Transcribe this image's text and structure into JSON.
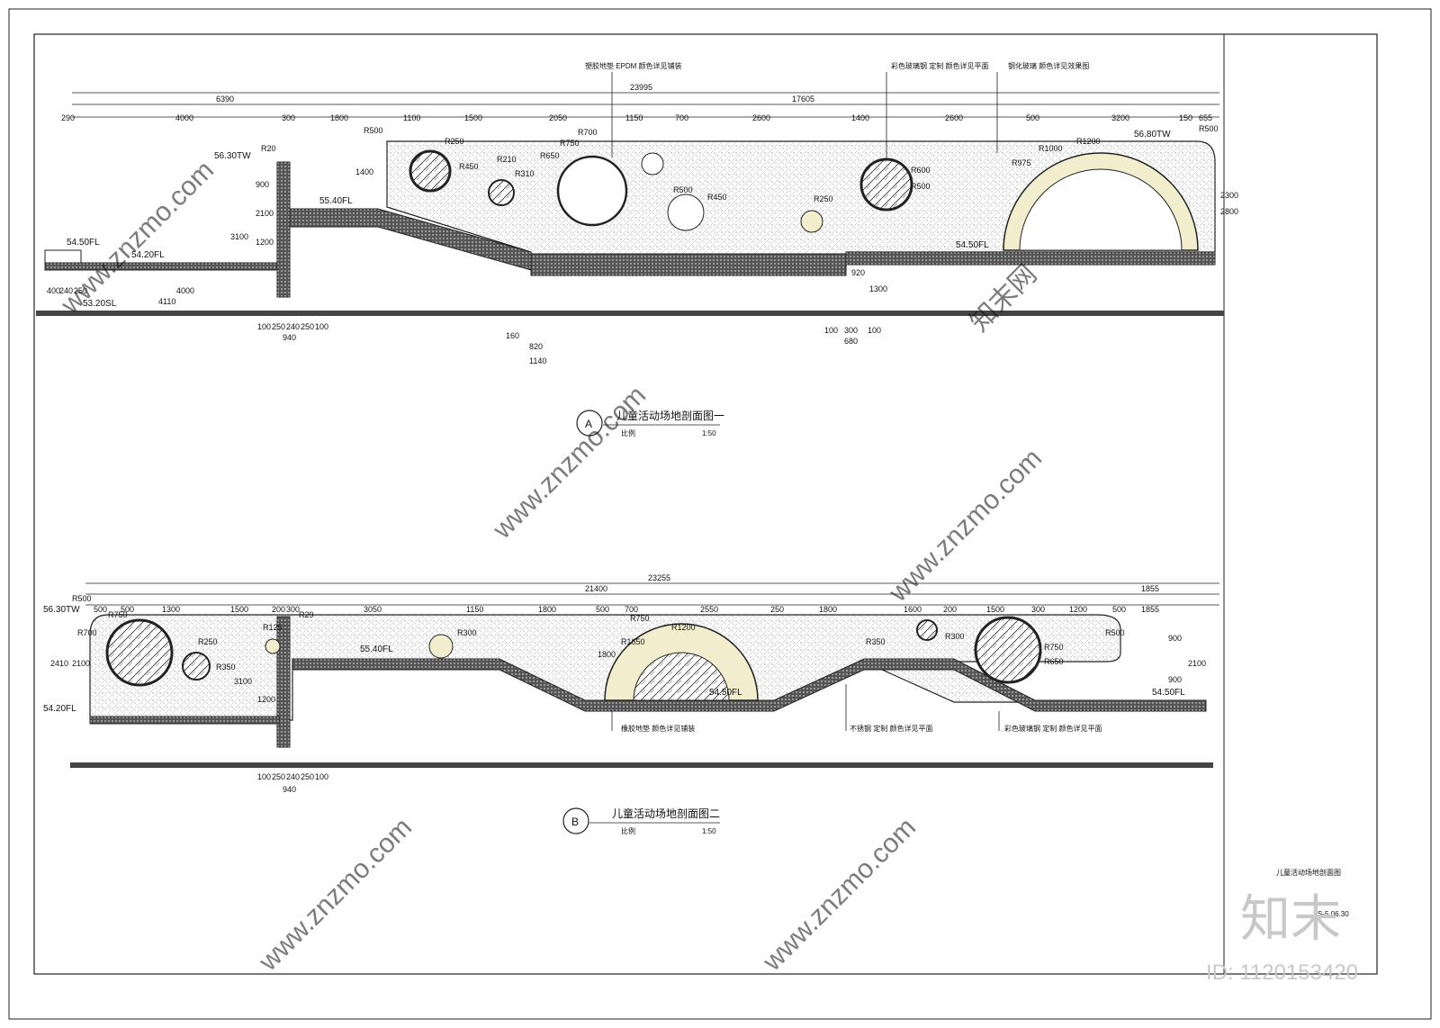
{
  "sections": [
    {
      "id": "A",
      "title": "儿童活动场地剖面图一",
      "scale_label": "比例",
      "scale": "1:50",
      "overall_dim": "23995",
      "sub_dims": [
        "6390",
        "17605"
      ],
      "segment_dims": [
        "290",
        "4000",
        "300",
        "1800",
        "1100",
        "1500",
        "2050",
        "1150",
        "700",
        "2600",
        "1400",
        "2600",
        "500",
        "3200",
        "150",
        "655"
      ],
      "levels": [
        "56.30TW",
        "54.50FL",
        "54.20FL",
        "53.20SL",
        "55.40FL",
        "56.80TW",
        "54.50FL"
      ],
      "radii": [
        "R20",
        "R500",
        "R250",
        "R450",
        "R310",
        "R210",
        "R650",
        "R750",
        "R700",
        "R500",
        "R450",
        "R250",
        "R600",
        "R500",
        "R975",
        "R1000",
        "R1200",
        "R500"
      ],
      "vertical_dims": [
        "900",
        "2100",
        "3100",
        "1200",
        "1400",
        "2300",
        "2800",
        "1300",
        "920"
      ],
      "bottom_dims": [
        "400",
        "240",
        "250",
        "4110",
        "4000",
        "100",
        "250",
        "240",
        "250",
        "100",
        "940",
        "160",
        "820",
        "1140",
        "100",
        "300",
        "680",
        "100"
      ],
      "callouts": [
        "塑胶地垫 EPDM 颜色详见铺装",
        "彩色玻璃钢 定制 颜色详见平面",
        "钢化玻璃 颜色详见效果图"
      ]
    },
    {
      "id": "B",
      "title": "儿童活动场地剖面图二",
      "scale_label": "比例",
      "scale": "1:50",
      "overall_dim": "23255",
      "sub_dims": [
        "21400",
        "1855"
      ],
      "segment_dims": [
        "500",
        "500",
        "1300",
        "1500",
        "200",
        "300",
        "3050",
        "1150",
        "1800",
        "500",
        "700",
        "2550",
        "250",
        "1800",
        "1600",
        "200",
        "1500",
        "300",
        "1200",
        "500",
        "1855"
      ],
      "levels": [
        "56.30TW",
        "54.20FL",
        "55.40FL",
        "54.50FL",
        "54.50FL"
      ],
      "radii": [
        "R500",
        "R700",
        "R750",
        "R250",
        "R350",
        "R125",
        "R29",
        "R300",
        "R750",
        "R1650",
        "R1200",
        "R350",
        "R300",
        "R750",
        "R650",
        "R500"
      ],
      "vertical_dims": [
        "2410",
        "2100",
        "3100",
        "1200",
        "900",
        "900",
        "2100",
        "1800"
      ],
      "bottom_dims": [
        "100",
        "250",
        "240",
        "250",
        "100",
        "940"
      ],
      "callouts": [
        "橡胶地垫 颜色详见铺装",
        "彩色玻璃钢 定制 颜色详见平面",
        "不锈钢 定制 颜色详见平面"
      ]
    }
  ],
  "sheet_title": "儿童活动场地剖面图",
  "sheet_code": "JS-5.06.30",
  "watermark_site": "www.znzmo.com",
  "watermark_logo": "知末",
  "watermark_tag": "知末网",
  "image_id": "ID: 1120153420"
}
